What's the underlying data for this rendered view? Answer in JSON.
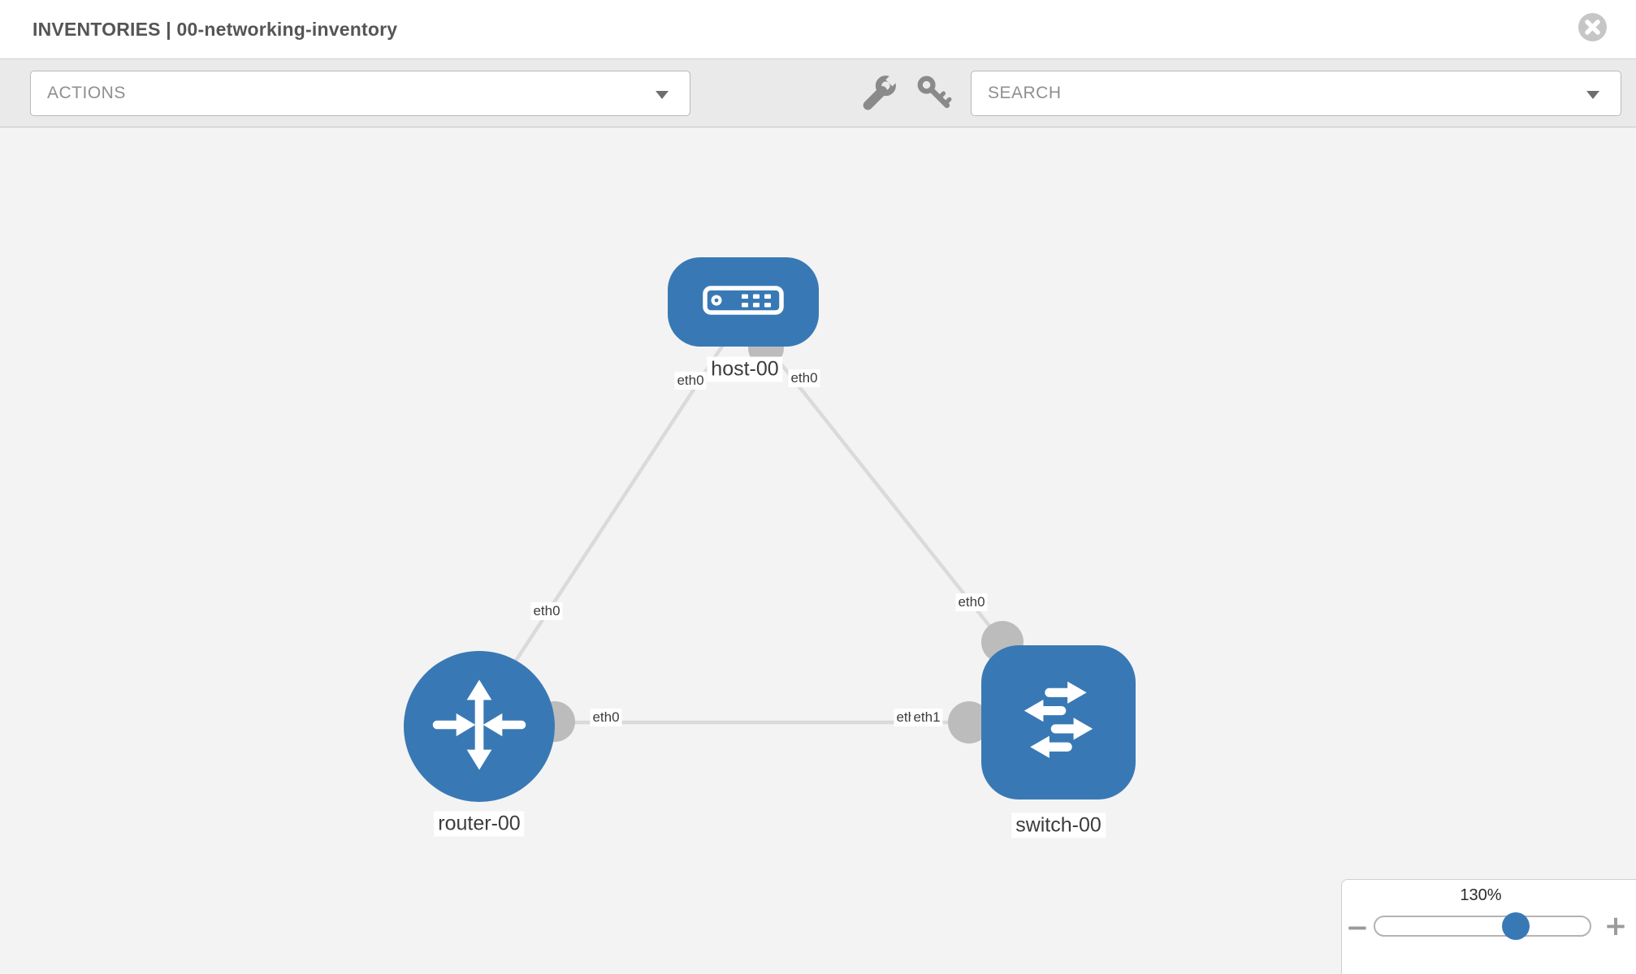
{
  "header": {
    "title": "INVENTORIES | 00-networking-inventory"
  },
  "toolbar": {
    "actions_label": "ACTIONS",
    "search_placeholder": "SEARCH",
    "icons": [
      "wrench-icon",
      "key-icon"
    ]
  },
  "topology": {
    "nodes": [
      {
        "id": "host-00",
        "type": "host",
        "label": "host-00"
      },
      {
        "id": "router-00",
        "type": "router",
        "label": "router-00"
      },
      {
        "id": "switch-00",
        "type": "switch",
        "label": "switch-00"
      }
    ],
    "links": [
      {
        "source": "host-00",
        "target": "router-00",
        "source_interface": "eth0",
        "target_interface": "eth0"
      },
      {
        "source": "host-00",
        "target": "switch-00",
        "source_interface": "eth0",
        "target_interface": "eth0"
      },
      {
        "source": "router-00",
        "target": "switch-00",
        "source_interface": "eth0",
        "target_interface": "eth1"
      }
    ],
    "interface_labels": {
      "host_end_to_router": "eth0",
      "host_end_to_switch": "eth0",
      "router_end_to_host": "eth0",
      "switch_end_to_host": "eth0",
      "router_end_to_switch": "eth0",
      "switch_end_hidden": "eth0",
      "switch_end_to_router": "eth1"
    }
  },
  "zoom_control": {
    "value": "130%",
    "minus_label": "−",
    "plus_label": "+",
    "slider_percent": 64.5
  },
  "colors": {
    "node_blue": "#3879b5",
    "link_gray": "#dadada",
    "port_gray": "#bcbcbc",
    "toolbar_icon_gray": "#8a8a8a",
    "close_gray": "#c6c6c6",
    "slider_thumb_blue": "#3879b5"
  }
}
